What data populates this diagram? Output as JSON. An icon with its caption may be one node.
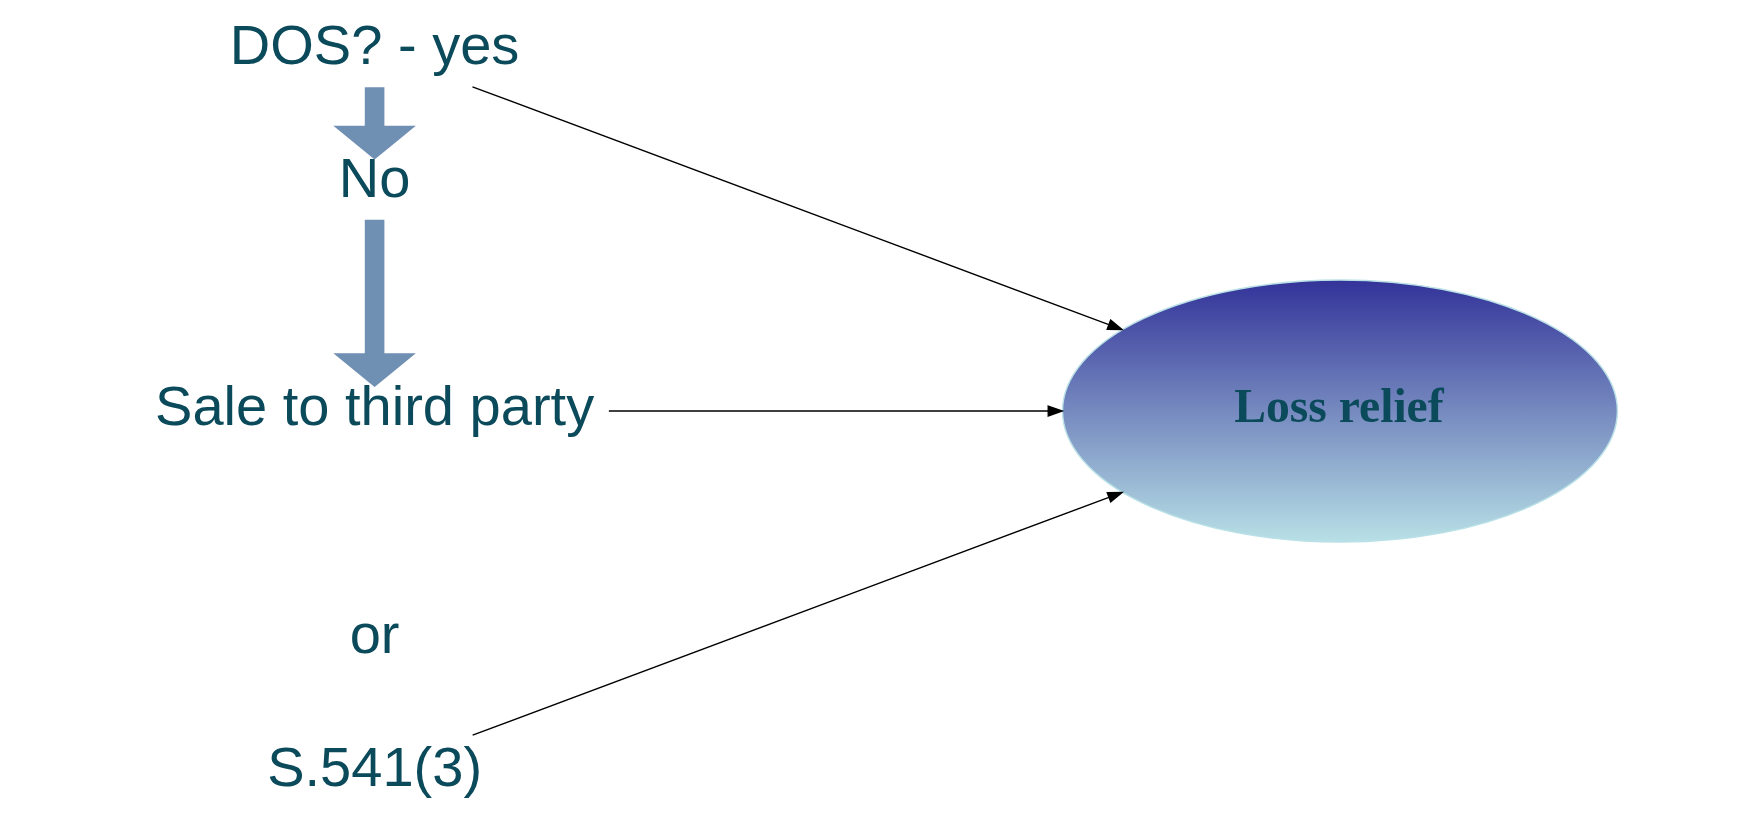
{
  "diagram": {
    "nodes": [
      {
        "text": [
          "DOS? - yes"
        ]
      },
      {
        "text": [
          "No"
        ]
      },
      {
        "text": [
          "Sale to third party"
        ]
      },
      {
        "text": [
          "S.541(3)"
        ]
      },
      {
        "text": [
          "Loss relief"
        ]
      }
    ],
    "edges": [
      {
        "from": 0,
        "to": 1,
        "arrow": "to",
        "style": "thick",
        "color": "#6f8fb3"
      },
      {
        "from": 1,
        "to": 2,
        "arrow": "to",
        "style": "thick",
        "color": "#6f8fb3"
      },
      {
        "from": 0,
        "to": 4,
        "arrow": "to"
      },
      {
        "from": 2,
        "to": 4,
        "arrow": "to"
      },
      {
        "from": 3,
        "to": 4,
        "arrow": "to"
      }
    ],
    "labels": [
      "or"
    ]
  }
}
